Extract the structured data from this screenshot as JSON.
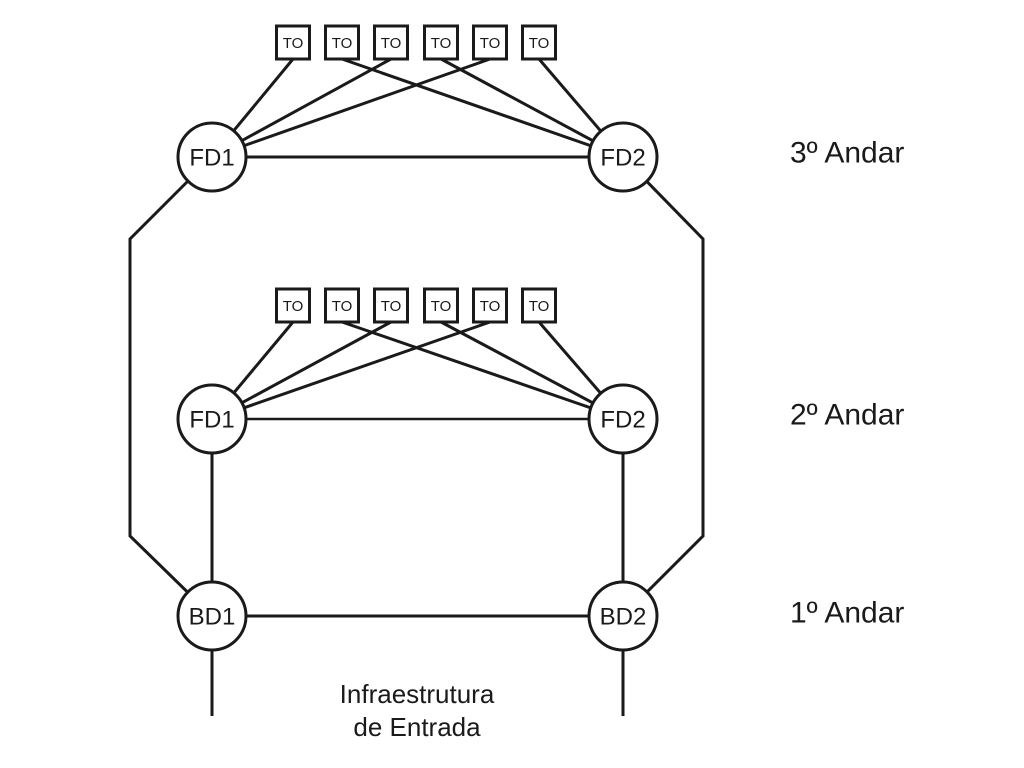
{
  "labels": {
    "to": "TO",
    "fd1": "FD1",
    "fd2": "FD2",
    "bd1": "BD1",
    "bd2": "BD2"
  },
  "floors": [
    {
      "label": "3º Andar"
    },
    {
      "label": "2º Andar"
    },
    {
      "label": "1º Andar"
    }
  ],
  "footer": {
    "line1": "Infraestrutura",
    "line2": "de Entrada"
  },
  "colors": {
    "line": "#1a1a1a",
    "node_fill": "#ffffff",
    "background": "#ffffff"
  },
  "topology": {
    "floor_3": {
      "distributors": [
        "FD1",
        "FD2"
      ],
      "outlet_count": 6,
      "outlet_connections": "TO1/TO3/TO5 → FD1, TO2/TO4/TO6 → FD2",
      "backbone": [
        "FD1–FD2",
        "FD1–BD1 (outer riser)",
        "FD2–BD2 (outer riser)"
      ]
    },
    "floor_2": {
      "distributors": [
        "FD1",
        "FD2"
      ],
      "outlet_count": 6,
      "outlet_connections": "TO1/TO3/TO5 → FD1, TO2/TO4/TO6 → FD2",
      "backbone": [
        "FD1–FD2",
        "FD1–BD1 (vertical)",
        "FD2–BD2 (vertical)"
      ]
    },
    "floor_1": {
      "distributors": [
        "BD1",
        "BD2"
      ],
      "backbone": [
        "BD1–BD2",
        "BD1–Infraestrutura de Entrada",
        "BD2–Infraestrutura de Entrada"
      ]
    }
  }
}
